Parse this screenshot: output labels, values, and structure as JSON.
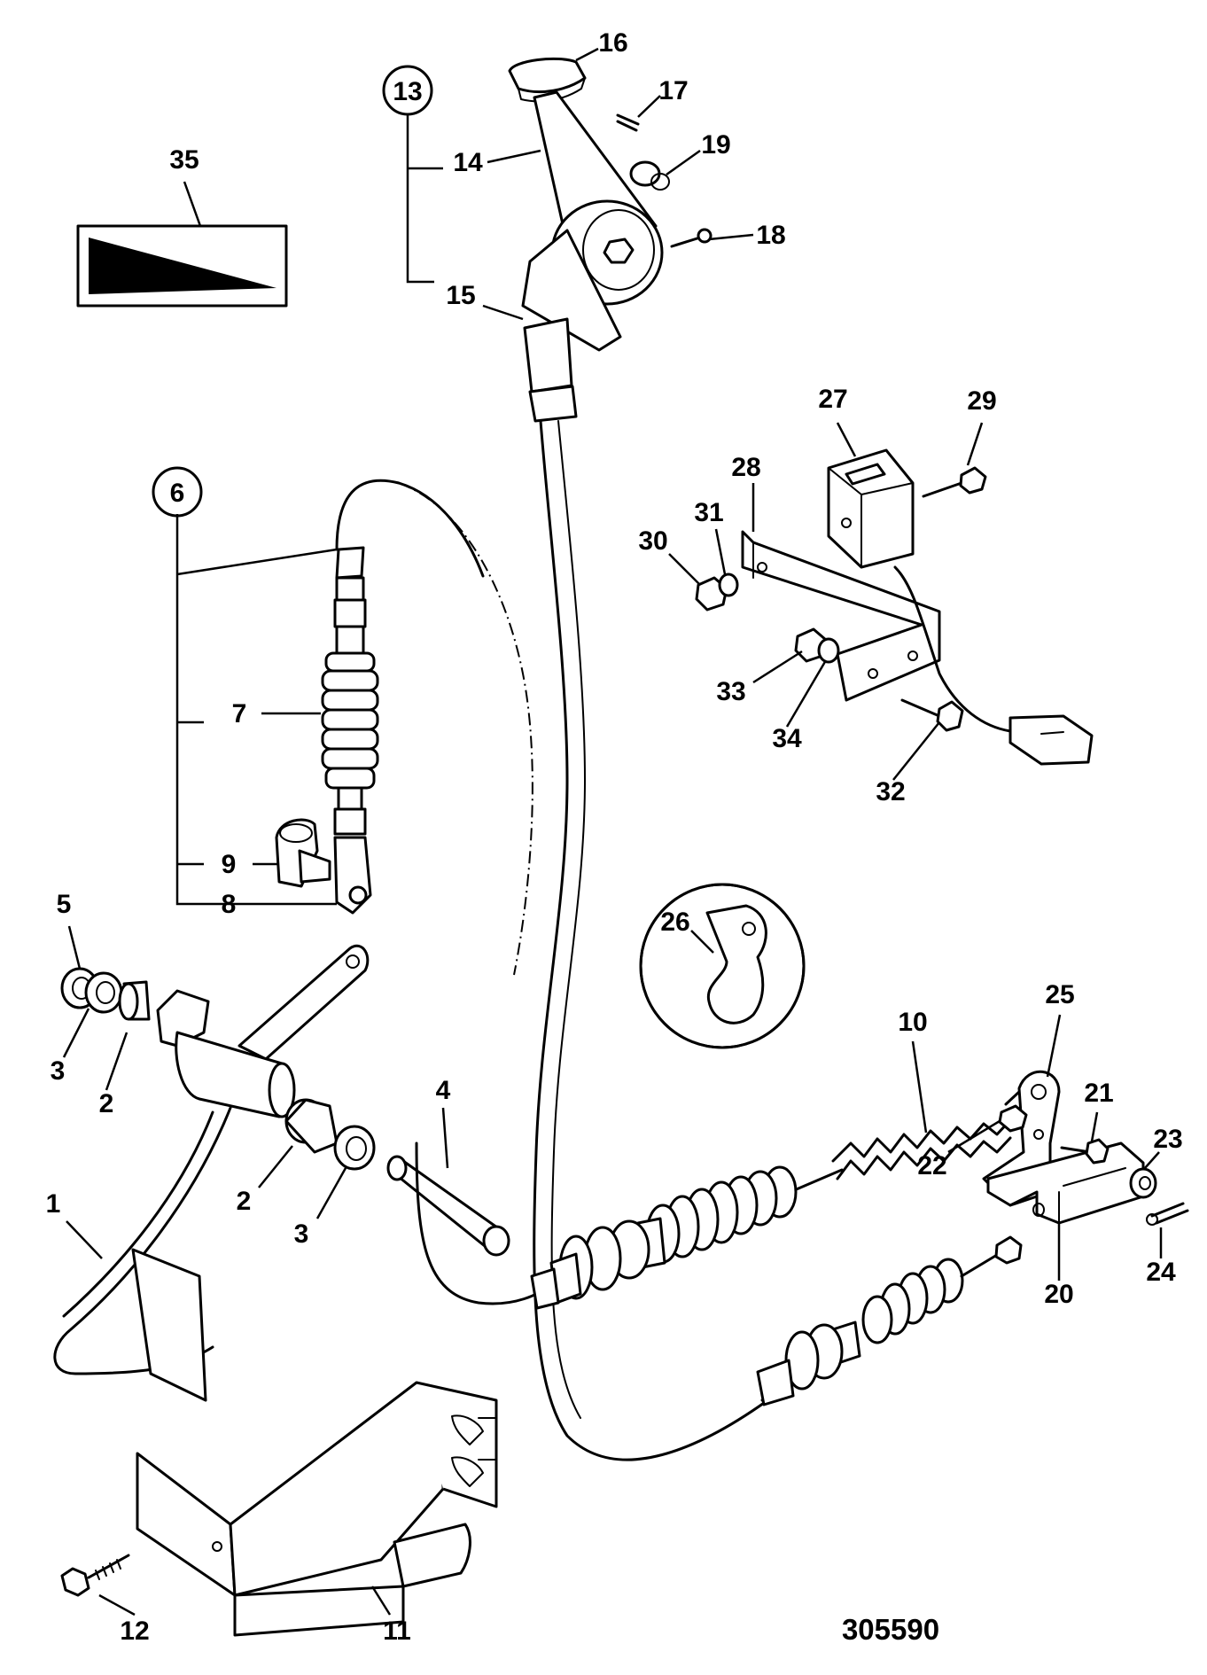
{
  "drawing_number": "305590",
  "callouts": [
    {
      "id": "c1",
      "text": "1"
    },
    {
      "id": "c2a",
      "text": "2"
    },
    {
      "id": "c2b",
      "text": "2"
    },
    {
      "id": "c3a",
      "text": "3"
    },
    {
      "id": "c3b",
      "text": "3"
    },
    {
      "id": "c4",
      "text": "4"
    },
    {
      "id": "c5",
      "text": "5"
    },
    {
      "id": "c6",
      "text": "6",
      "circled": true
    },
    {
      "id": "c7",
      "text": "7"
    },
    {
      "id": "c8",
      "text": "8"
    },
    {
      "id": "c9",
      "text": "9"
    },
    {
      "id": "c10",
      "text": "10"
    },
    {
      "id": "c11",
      "text": "11"
    },
    {
      "id": "c12",
      "text": "12"
    },
    {
      "id": "c13",
      "text": "13",
      "circled": true
    },
    {
      "id": "c14",
      "text": "14"
    },
    {
      "id": "c15",
      "text": "15"
    },
    {
      "id": "c16",
      "text": "16"
    },
    {
      "id": "c17",
      "text": "17"
    },
    {
      "id": "c18",
      "text": "18"
    },
    {
      "id": "c19",
      "text": "19"
    },
    {
      "id": "c20",
      "text": "20"
    },
    {
      "id": "c21",
      "text": "21"
    },
    {
      "id": "c22",
      "text": "22"
    },
    {
      "id": "c23",
      "text": "23"
    },
    {
      "id": "c24",
      "text": "24"
    },
    {
      "id": "c25",
      "text": "25"
    },
    {
      "id": "c26",
      "text": "26",
      "circled": true
    },
    {
      "id": "c27",
      "text": "27"
    },
    {
      "id": "c28",
      "text": "28"
    },
    {
      "id": "c29",
      "text": "29"
    },
    {
      "id": "c30",
      "text": "30"
    },
    {
      "id": "c31",
      "text": "31"
    },
    {
      "id": "c32",
      "text": "32"
    },
    {
      "id": "c33",
      "text": "33"
    },
    {
      "id": "c34",
      "text": "34"
    },
    {
      "id": "c35",
      "text": "35"
    }
  ]
}
